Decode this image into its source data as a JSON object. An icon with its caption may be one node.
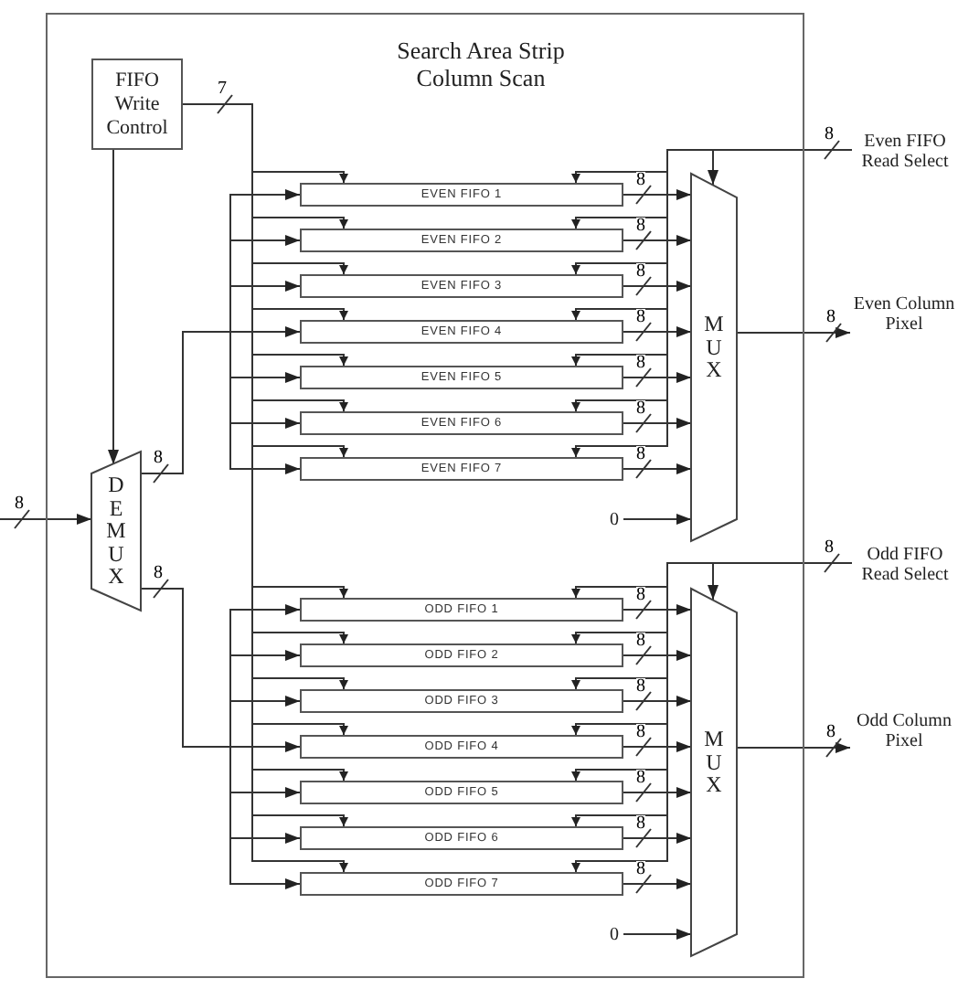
{
  "diagram": {
    "nodes": [
      {
        "text": [
          "Search Area Strip Column Scan"
        ]
      },
      {
        "text": [
          "FIFO Write Control"
        ],
        "in": 0
      },
      {
        "text": [
          "Even FIFO Read Select"
        ]
      },
      {
        "text": [
          "EVEN FIFO 1"
        ],
        "in": 0
      },
      {
        "text": [
          "EVEN FIFO 2"
        ],
        "in": 0
      },
      {
        "text": [
          "EVEN FIFO 3"
        ],
        "in": 0
      },
      {
        "text": [
          "EVEN FIFO 4"
        ],
        "in": 0
      },
      {
        "text": [
          "EVEN FIFO 5"
        ],
        "in": 0
      },
      {
        "text": [
          "EVEN FIFO 6"
        ],
        "in": 0
      },
      {
        "text": [
          "EVEN FIFO 7"
        ],
        "in": 0
      },
      {
        "text": [
          "M U X"
        ],
        "in": 0
      },
      {
        "text": [
          "Even Column Pixel"
        ]
      },
      {
        "text": [
          "0"
        ],
        "in": 0
      },
      {
        "text": [
          "D E M U X"
        ],
        "in": 0
      },
      {
        "text": [
          "Odd FIFO Read Select"
        ]
      },
      {
        "text": [
          "ODD FIFO 1"
        ],
        "in": 0
      },
      {
        "text": [
          "ODD FIFO 2"
        ],
        "in": 0
      },
      {
        "text": [
          "ODD FIFO 3"
        ],
        "in": 0
      },
      {
        "text": [
          "ODD FIFO 4"
        ],
        "in": 0
      },
      {
        "text": [
          "ODD FIFO 5"
        ],
        "in": 0
      },
      {
        "text": [
          "ODD FIFO 6"
        ],
        "in": 0
      },
      {
        "text": [
          "ODD FIFO 7"
        ],
        "in": 0
      },
      {
        "text": [
          "M U X"
        ],
        "in": 0
      },
      {
        "text": [
          "Odd Column Pixel"
        ]
      },
      {
        "text": [
          "0"
        ],
        "in": 0
      }
    ],
    "edges": [
      {
        "from": null,
        "to": 13,
        "arrow": "to",
        "label": "8"
      },
      {
        "from": 1,
        "to": 13,
        "arrow": "to"
      },
      {
        "from": 1,
        "to": 3,
        "arrow": "to",
        "label": "7"
      },
      {
        "from": 1,
        "to": 4,
        "arrow": "to"
      },
      {
        "from": 1,
        "to": 5,
        "arrow": "to"
      },
      {
        "from": 1,
        "to": 6,
        "arrow": "to"
      },
      {
        "from": 1,
        "to": 7,
        "arrow": "to"
      },
      {
        "from": 1,
        "to": 8,
        "arrow": "to"
      },
      {
        "from": 1,
        "to": 9,
        "arrow": "to"
      },
      {
        "from": 1,
        "to": 15,
        "arrow": "to"
      },
      {
        "from": 1,
        "to": 16,
        "arrow": "to"
      },
      {
        "from": 1,
        "to": 17,
        "arrow": "to"
      },
      {
        "from": 1,
        "to": 18,
        "arrow": "to"
      },
      {
        "from": 1,
        "to": 19,
        "arrow": "to"
      },
      {
        "from": 1,
        "to": 20,
        "arrow": "to"
      },
      {
        "from": 1,
        "to": 21,
        "arrow": "to"
      },
      {
        "from": 13,
        "to": 3,
        "arrow": "to"
      },
      {
        "from": 13,
        "to": 4,
        "arrow": "to"
      },
      {
        "from": 13,
        "to": 5,
        "arrow": "to"
      },
      {
        "from": 13,
        "to": 6,
        "arrow": "to",
        "label": "8"
      },
      {
        "from": 13,
        "to": 7,
        "arrow": "to"
      },
      {
        "from": 13,
        "to": 8,
        "arrow": "to"
      },
      {
        "from": 13,
        "to": 9,
        "arrow": "to"
      },
      {
        "from": 13,
        "to": 15,
        "arrow": "to"
      },
      {
        "from": 13,
        "to": 16,
        "arrow": "to"
      },
      {
        "from": 13,
        "to": 17,
        "arrow": "to"
      },
      {
        "from": 13,
        "to": 18,
        "arrow": "to",
        "label": "8"
      },
      {
        "from": 13,
        "to": 19,
        "arrow": "to"
      },
      {
        "from": 13,
        "to": 20,
        "arrow": "to"
      },
      {
        "from": 13,
        "to": 21,
        "arrow": "to"
      },
      {
        "from": 3,
        "to": 10,
        "arrow": "to",
        "label": "8"
      },
      {
        "from": 4,
        "to": 10,
        "arrow": "to",
        "label": "8"
      },
      {
        "from": 5,
        "to": 10,
        "arrow": "to",
        "label": "8"
      },
      {
        "from": 6,
        "to": 10,
        "arrow": "to",
        "label": "8"
      },
      {
        "from": 7,
        "to": 10,
        "arrow": "to",
        "label": "8"
      },
      {
        "from": 8,
        "to": 10,
        "arrow": "to",
        "label": "8"
      },
      {
        "from": 9,
        "to": 10,
        "arrow": "to",
        "label": "8"
      },
      {
        "from": 12,
        "to": 10,
        "arrow": "to"
      },
      {
        "from": 10,
        "to": 11,
        "arrow": "to",
        "label": "8"
      },
      {
        "from": 2,
        "to": 10,
        "arrow": "to",
        "label": "8"
      },
      {
        "from": 2,
        "to": 3,
        "arrow": "to"
      },
      {
        "from": 2,
        "to": 4,
        "arrow": "to"
      },
      {
        "from": 2,
        "to": 5,
        "arrow": "to"
      },
      {
        "from": 2,
        "to": 6,
        "arrow": "to"
      },
      {
        "from": 2,
        "to": 7,
        "arrow": "to"
      },
      {
        "from": 2,
        "to": 8,
        "arrow": "to"
      },
      {
        "from": 2,
        "to": 9,
        "arrow": "to"
      },
      {
        "from": 15,
        "to": 22,
        "arrow": "to",
        "label": "8"
      },
      {
        "from": 16,
        "to": 22,
        "arrow": "to",
        "label": "8"
      },
      {
        "from": 17,
        "to": 22,
        "arrow": "to",
        "label": "8"
      },
      {
        "from": 18,
        "to": 22,
        "arrow": "to",
        "label": "8"
      },
      {
        "from": 19,
        "to": 22,
        "arrow": "to",
        "label": "8"
      },
      {
        "from": 20,
        "to": 22,
        "arrow": "to",
        "label": "8"
      },
      {
        "from": 21,
        "to": 22,
        "arrow": "to",
        "label": "8"
      },
      {
        "from": 24,
        "to": 22,
        "arrow": "to"
      },
      {
        "from": 22,
        "to": 23,
        "arrow": "to",
        "label": "8"
      },
      {
        "from": 14,
        "to": 22,
        "arrow": "to",
        "label": "8"
      },
      {
        "from": 14,
        "to": 15,
        "arrow": "to"
      },
      {
        "from": 14,
        "to": 16,
        "arrow": "to"
      },
      {
        "from": 14,
        "to": 17,
        "arrow": "to"
      },
      {
        "from": 14,
        "to": 18,
        "arrow": "to"
      },
      {
        "from": 14,
        "to": 19,
        "arrow": "to"
      },
      {
        "from": 14,
        "to": 20,
        "arrow": "to"
      },
      {
        "from": 14,
        "to": 21,
        "arrow": "to"
      }
    ]
  }
}
